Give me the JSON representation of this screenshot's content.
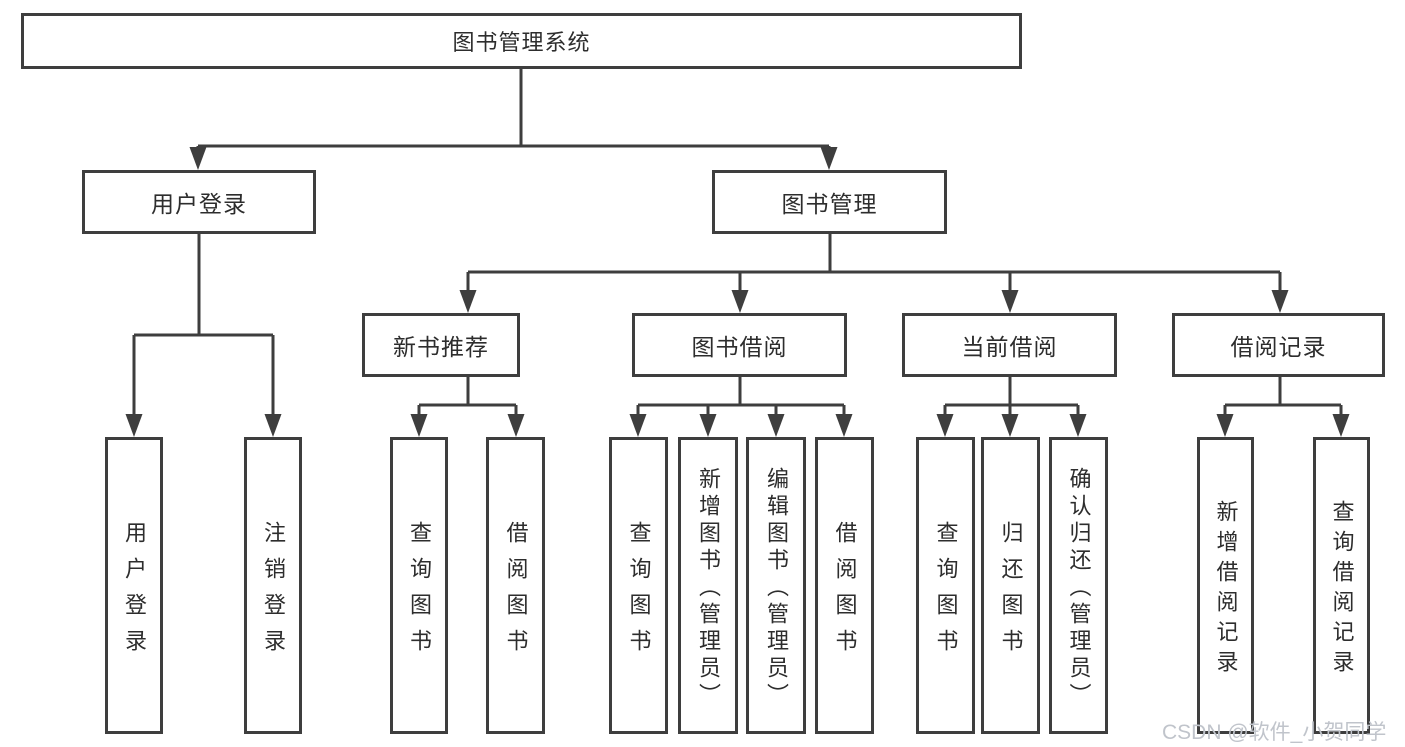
{
  "tree": {
    "label": "图书管理系统",
    "children": [
      {
        "label": "用户登录",
        "children": [
          {
            "label": "用户登录"
          },
          {
            "label": "注销登录"
          }
        ]
      },
      {
        "label": "图书管理",
        "children": [
          {
            "label": "新书推荐",
            "children": [
              {
                "label": "查询图书"
              },
              {
                "label": "借阅图书"
              }
            ]
          },
          {
            "label": "图书借阅",
            "children": [
              {
                "label": "查询图书"
              },
              {
                "label": "新增图书（管理员）"
              },
              {
                "label": "编辑图书（管理员）"
              },
              {
                "label": "借阅图书"
              }
            ]
          },
          {
            "label": "当前借阅",
            "children": [
              {
                "label": "查询图书"
              },
              {
                "label": "归还图书"
              },
              {
                "label": "确认归还（管理员）"
              }
            ]
          },
          {
            "label": "借阅记录",
            "children": [
              {
                "label": "新增借阅记录"
              },
              {
                "label": "查询借阅记录"
              }
            ]
          }
        ]
      }
    ]
  },
  "watermark": {
    "text": "CSDN @软件_小贺同学"
  },
  "colors": {
    "stroke": "#3e3e3e",
    "text": "#2d2d2d",
    "watermark": "#c0c4cb",
    "background": "#ffffff"
  }
}
